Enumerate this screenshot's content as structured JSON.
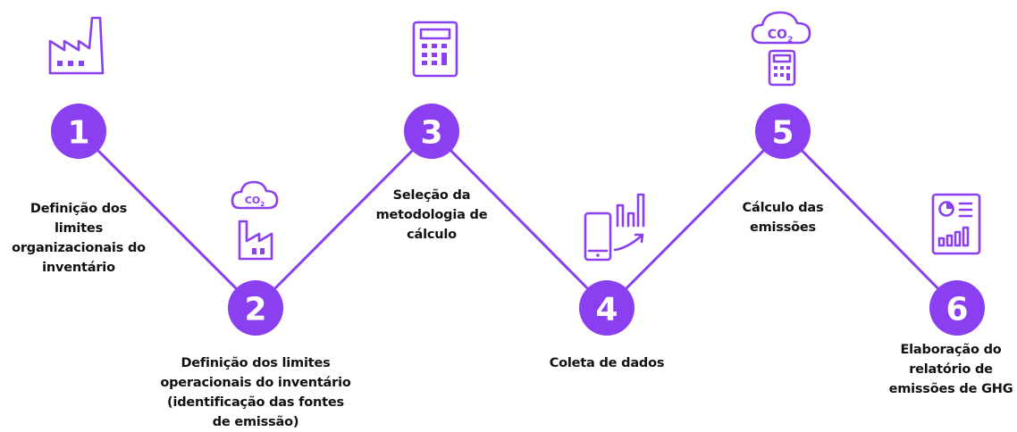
{
  "colors": {
    "accent": "#8a3ff0",
    "text": "#111111",
    "background": "#ffffff"
  },
  "steps": [
    {
      "number": "1",
      "label": "Definição dos\nlimites\norganizacionais do\ninventário",
      "icon": "factory-icon"
    },
    {
      "number": "2",
      "label": "Definição dos limites\noperacionais do inventário\n(identificação das fontes\nde emissão)",
      "icon": "co2-factory-icon"
    },
    {
      "number": "3",
      "label": "Seleção da\nmetodologia de\ncálculo",
      "icon": "calculator-icon"
    },
    {
      "number": "4",
      "label": "Coleta de dados",
      "icon": "mobile-chart-icon"
    },
    {
      "number": "5",
      "label": "Cálculo das\nemissões",
      "icon": "co2-calculator-icon"
    },
    {
      "number": "6",
      "label": "Elaboração do\nrelatório de\nemissões de GHG",
      "icon": "report-icon"
    }
  ],
  "icon_text": {
    "co2": "CO",
    "co2_sub": "2"
  }
}
